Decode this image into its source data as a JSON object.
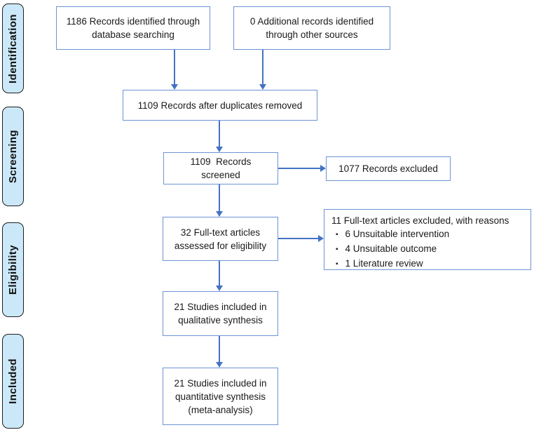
{
  "diagram": {
    "type": "prisma-flowchart",
    "colors": {
      "box_border": "#6e93d6",
      "arrow": "#4472c4",
      "stage_fill": "#cbe8f8",
      "stage_border": "#1f1f1f",
      "text": "#1a1a1a"
    },
    "icons": {
      "bullet": "▪"
    },
    "stages": [
      {
        "label": "Identification"
      },
      {
        "label": "Screening"
      },
      {
        "label": "Eligibility"
      },
      {
        "label": "Included"
      }
    ],
    "boxes": {
      "db_search": {
        "lines": [
          "1186 Records identified through",
          "database searching"
        ]
      },
      "other_sources": {
        "lines": [
          "0 Additional records identified",
          "through other sources"
        ]
      },
      "after_duplicates": {
        "lines": [
          "1109 Records after duplicates removed"
        ]
      },
      "screened": {
        "lines": [
          "1109  Records",
          "screened"
        ]
      },
      "records_excluded": {
        "lines": [
          "1077 Records excluded"
        ]
      },
      "fulltext_assessed": {
        "lines": [
          "32 Full-text articles",
          "assessed for eligibility"
        ]
      },
      "fulltext_excluded": {
        "title": "11 Full-text articles excluded, with reasons",
        "reasons": [
          "6 Unsuitable intervention",
          "4 Unsuitable outcome",
          "1 Literature review"
        ]
      },
      "qualitative": {
        "lines": [
          "21 Studies included in",
          "qualitative synthesis"
        ]
      },
      "quantitative": {
        "lines": [
          "21 Studies included in",
          "quantitative synthesis",
          "(meta-analysis)"
        ]
      }
    }
  }
}
